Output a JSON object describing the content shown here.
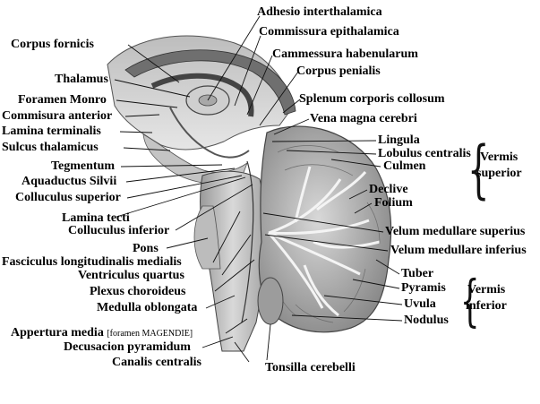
{
  "labels": {
    "adhesio_interthalamica": "Adhesio interthalamica",
    "commissura_epithalamica": "Commissura epithalamica",
    "corpus_fornicis": "Corpus fornicis",
    "cammessura_habenularum": "Cammessura habenularum",
    "thalamus": "Thalamus",
    "corpus_penialis": "Corpus penialis",
    "foramen_monro": "Foramen Monro",
    "splenum_corporis_collosum": "Splenum corporis collosum",
    "commisura_anterior": "Commisura anterior",
    "vena_magna_cerebri": "Vena magna cerebri",
    "lamina_terminalis": "Lamina terminalis",
    "sulcus_thalamicus": "Sulcus thalamicus",
    "lingula": "Lingula",
    "lobulus_centralis": "Lobulus centralis",
    "tegmentum": "Tegmentum",
    "culmen": "Culmen",
    "aquaductus_silvii": "Aquaductus Silvii",
    "colluculus_superior": "Colluculus superior",
    "declive": "Declive",
    "folium": "Folium",
    "lamina_tecti": "Lamina tecti",
    "colluculus_inferior": "Colluculus inferior",
    "velum_medullare_superius": "Velum medullare superius",
    "pons": "Pons",
    "velum_medullare_inferius": "Velum medullare inferius",
    "fasciculus_longitudinalis_medialis": "Fasciculus longitudinalis medialis",
    "tuber": "Tuber",
    "ventriculus_quartus": "Ventriculus quartus",
    "pyramis": "Pyramis",
    "plexus_choroideus": "Plexus choroideus",
    "uvula": "Uvula",
    "medulla_oblongata": "Medulla oblongata",
    "nodulus": "Nodulus",
    "appertura_media": "Appertura media",
    "appertura_media_note": "[foramen MAGENDIE]",
    "decusacion_pyramidum": "Decusacion pyramidum",
    "canalis_centralis": "Canalis centralis",
    "tonsilla_cerebelli": "Tonsilla cerebelli"
  },
  "groups": {
    "vermis_superior_1": "Vermis",
    "vermis_superior_2": "superior",
    "vermis_inferior_1": "Vermis",
    "vermis_inferior_2": "inferior"
  }
}
